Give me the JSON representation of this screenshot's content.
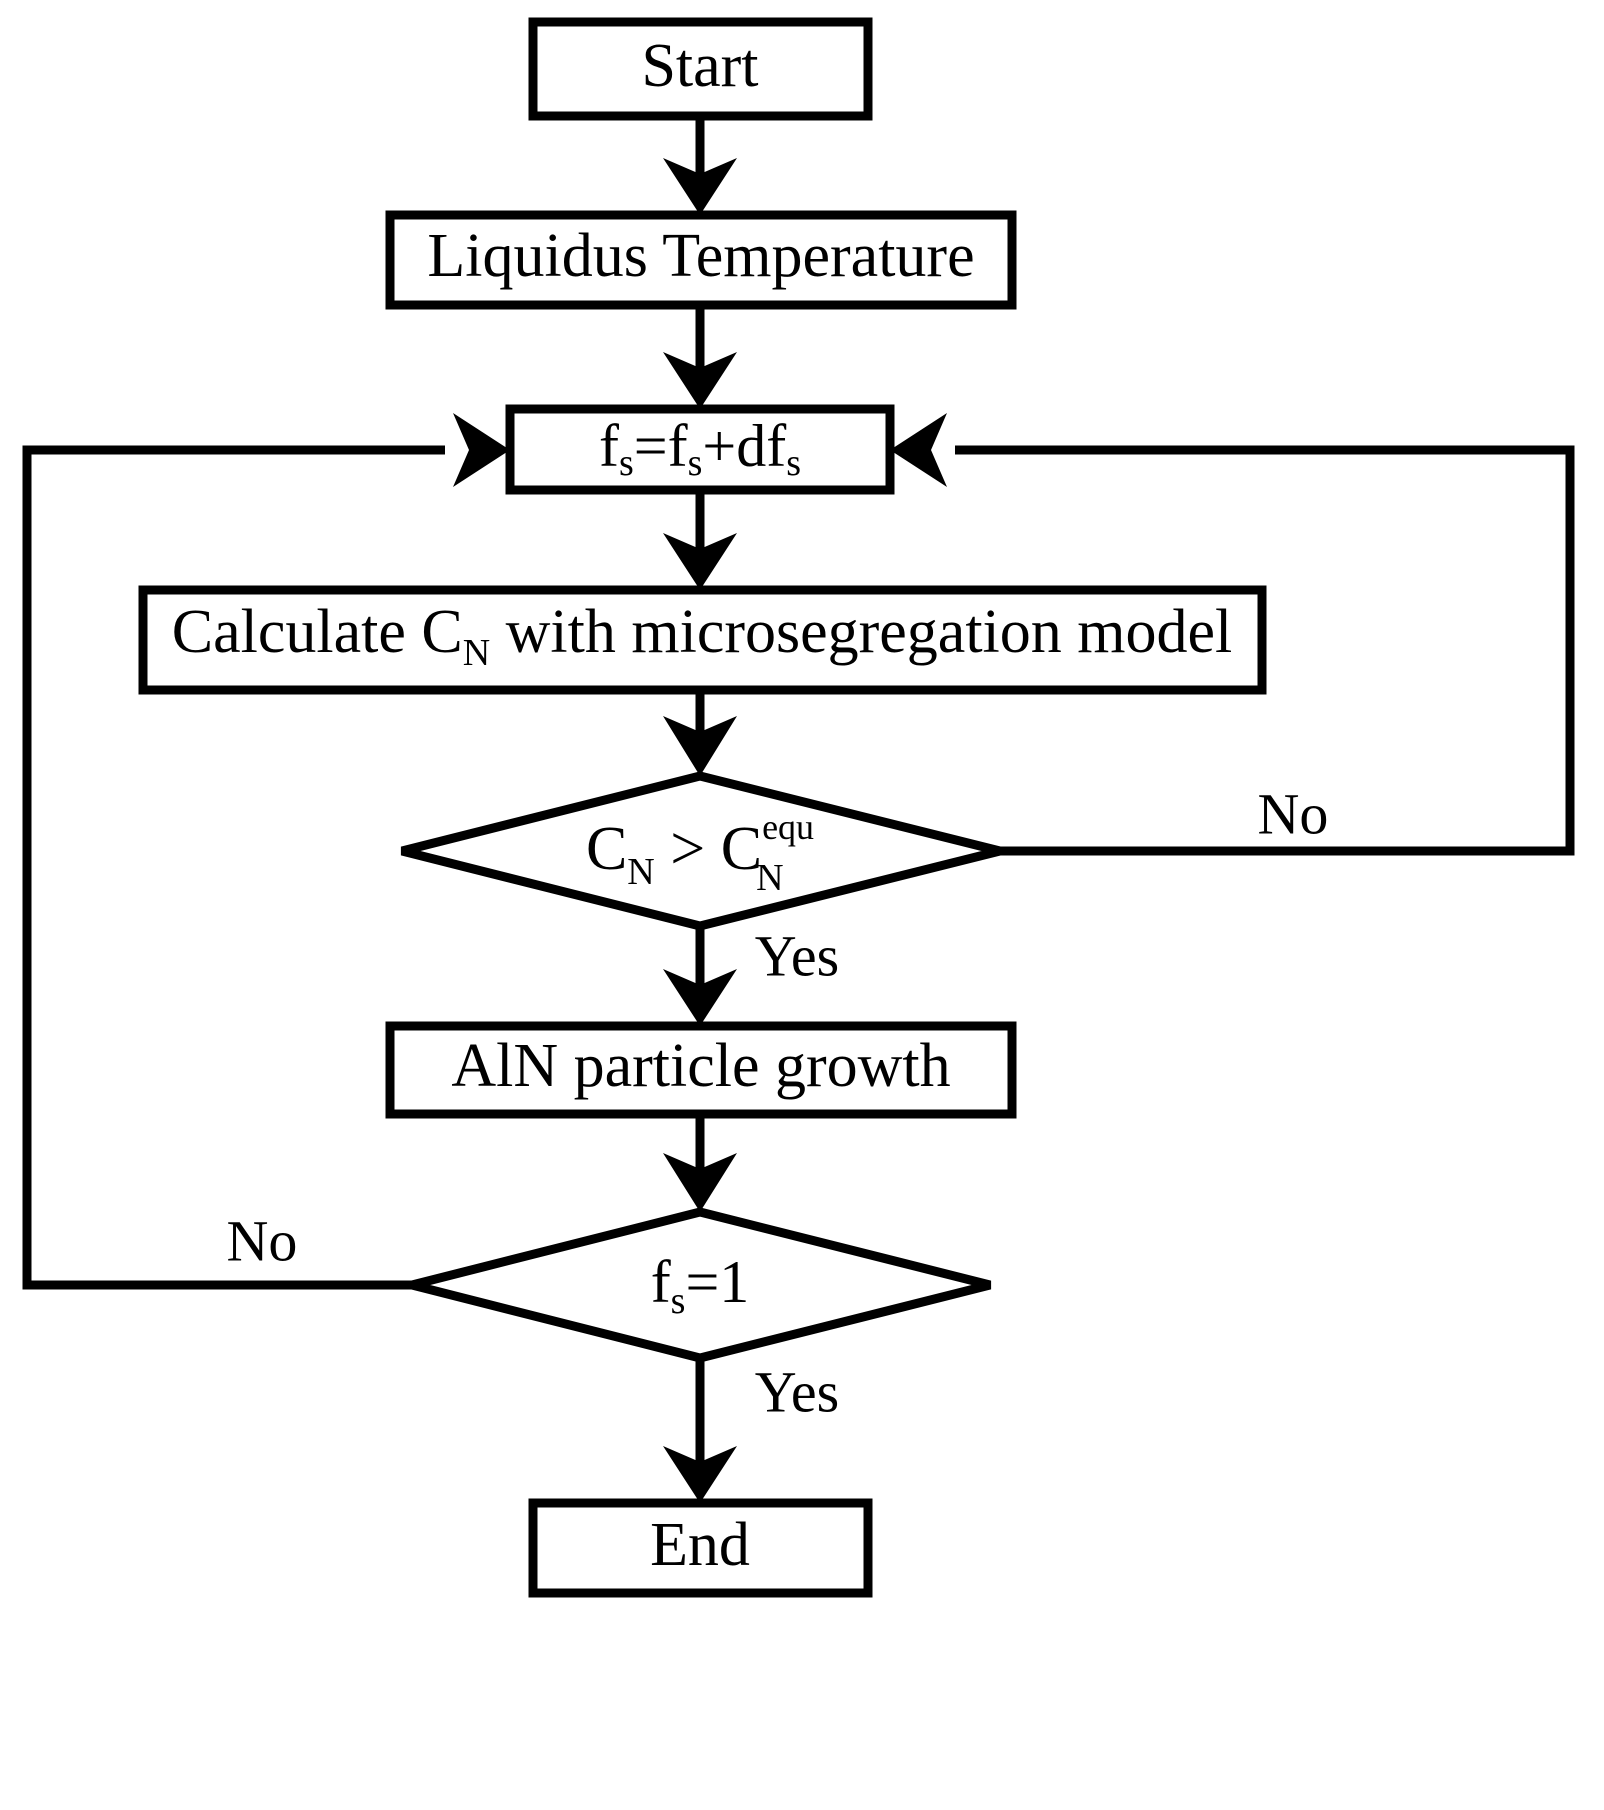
{
  "diagram": {
    "type": "flowchart",
    "title": "AlN particle precipitation calculation flowchart",
    "orientation": "top-to-bottom",
    "line_color": "#000000",
    "fill_color": "#ffffff",
    "background": "#ffffff"
  },
  "nodes": {
    "start": {
      "label": "Start",
      "shape": "rectangle"
    },
    "liquidus": {
      "label": "Liquidus Temperature",
      "shape": "rectangle"
    },
    "increment": {
      "shape": "rectangle",
      "parts": {
        "f1": "f",
        "s1": "s",
        "eq": "=",
        "f2": "f",
        "s2": "s",
        "plus": "+",
        "d": "d",
        "f3": "f",
        "s3": "s"
      },
      "plain": "fs=fs+dfs"
    },
    "calculate": {
      "shape": "rectangle",
      "parts": {
        "pre": "Calculate C",
        "sub": "N",
        "post": " with microsegregation model"
      },
      "plain": "Calculate CN with microsegregation model"
    },
    "decision_cn": {
      "shape": "diamond",
      "parts": {
        "c1": "C",
        "sub1": "N",
        "gt": " > ",
        "c2": "C",
        "sup2": "equ",
        "sub2": "N"
      },
      "plain": "CN > CN equ"
    },
    "growth": {
      "label": "AlN particle growth",
      "shape": "rectangle"
    },
    "decision_fs": {
      "shape": "diamond",
      "parts": {
        "f": "f",
        "s": "s",
        "eq": "=1"
      },
      "plain": "fs=1"
    },
    "end": {
      "label": "End",
      "shape": "rectangle"
    }
  },
  "edge_labels": {
    "cn_no": "No",
    "cn_yes": "Yes",
    "fs_no": "No",
    "fs_yes": "Yes"
  },
  "edges": [
    {
      "from": "start",
      "to": "liquidus",
      "label": ""
    },
    {
      "from": "liquidus",
      "to": "increment",
      "label": ""
    },
    {
      "from": "increment",
      "to": "calculate",
      "label": ""
    },
    {
      "from": "calculate",
      "to": "decision_cn",
      "label": ""
    },
    {
      "from": "decision_cn",
      "to": "growth",
      "label": "Yes"
    },
    {
      "from": "decision_cn",
      "to": "increment",
      "label": "No"
    },
    {
      "from": "growth",
      "to": "decision_fs",
      "label": ""
    },
    {
      "from": "decision_fs",
      "to": "end",
      "label": "Yes"
    },
    {
      "from": "decision_fs",
      "to": "increment",
      "label": "No"
    }
  ]
}
